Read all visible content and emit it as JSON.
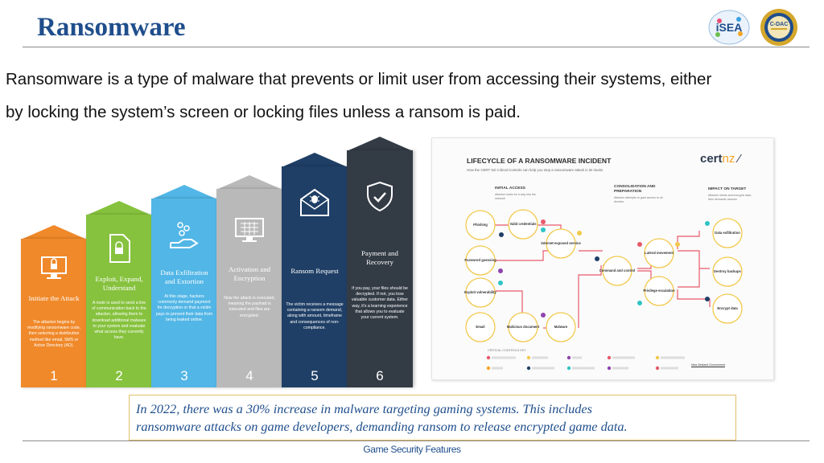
{
  "slide": {
    "title": "Ransomware",
    "body_line1": "Ransomware is a type of malware that prevents or limit user from accessing their systems, either",
    "body_line2": "by locking the system’s screen or locking files unless a ransom is paid.",
    "logos": [
      "isea-logo",
      "cdac-logo"
    ]
  },
  "steps": [
    {
      "number": "1",
      "title": "Initiate the Attack",
      "desc": "The attacker begins by modifying ransomware code, then selecting a distribution method like email, SMS or Active Directory (AD).",
      "color": "#f0892a",
      "icon": "computer-lock-icon"
    },
    {
      "number": "2",
      "title": "Exploit, Expand, Understand",
      "desc": "A node is used to send a line of communication back to the attacker, allowing them to download additional malware to your system and evaluate what access they currently have.",
      "color": "#86c23e",
      "icon": "document-lock-icon"
    },
    {
      "number": "3",
      "title": "Data Exfiltration and Extortion",
      "desc": "At this stage, hackers commonly demand payment for decryption or that a victim pays to prevent their data from being leaked online.",
      "color": "#52b6e6",
      "icon": "hand-coins-icon"
    },
    {
      "number": "4",
      "title": "Activation and Encryption",
      "desc": "Now the attack is executed, meaning the payload is executed and files are encrypted.",
      "color": "#b9b9b9",
      "icon": "monitor-grid-icon"
    },
    {
      "number": "5",
      "title": "Ransom Request",
      "desc": "The victim receives a message containing a ransom demand, along with amount, timeframe and consequences of non-compliance.",
      "color": "#1f3f66",
      "icon": "envelope-bug-icon"
    },
    {
      "number": "6",
      "title": "Payment and Recovery",
      "desc": "If you pay, your files should be decrypted. If not, you lose valuable customer data. Either way, it's a learning experience that allows you to evaluate your current system.",
      "color": "#333b45",
      "icon": "shield-check-icon"
    }
  ],
  "lifecycle": {
    "title": "LIFECYCLE OF A RANSOMWARE INCIDENT",
    "subtitle": "How the CERT NZ Critical Controls can help you stop a ransomware attack in its tracks",
    "logo_main": "cert",
    "logo_accent": "nz",
    "phases": [
      {
        "title": "INITIAL ACCESS",
        "desc": "Attacker looks for a way into the network"
      },
      {
        "title": "CONSOLIDATION AND PREPARATION",
        "desc": "Attacker attempts to gain access to all devices"
      },
      {
        "title": "IMPACT ON TARGET",
        "desc": "Attacker steals and encrypts data, then demands ransom"
      }
    ],
    "nodes": {
      "phishing": "Phishing",
      "valid_credentials": "Valid credentials",
      "internet_exposed": "Internet-exposed service",
      "password_guessing": "Password guessing",
      "exploit_vulnerability": "Exploit vulnerability",
      "email": "Email",
      "malicious_document": "Malicious document",
      "malware": "Malware",
      "command_control": "Command and control",
      "lateral_movement": "Lateral movement",
      "privilege_escalation": "Privilege escalation",
      "data_exfiltration": "Data exfiltration",
      "destroy_backups": "Destroy backups",
      "encrypt_data": "Encrypt data"
    },
    "legend_title": "CRITICAL CONTROLS KEY",
    "footer": "New Zealand Government"
  },
  "stat": {
    "line1": "In 2022, there was a 30% increase in malware targeting gaming systems. This includes",
    "line2": "ransomware attacks on game developers, demanding ransom to release encrypted game data."
  },
  "footer": "Game Security Features"
}
